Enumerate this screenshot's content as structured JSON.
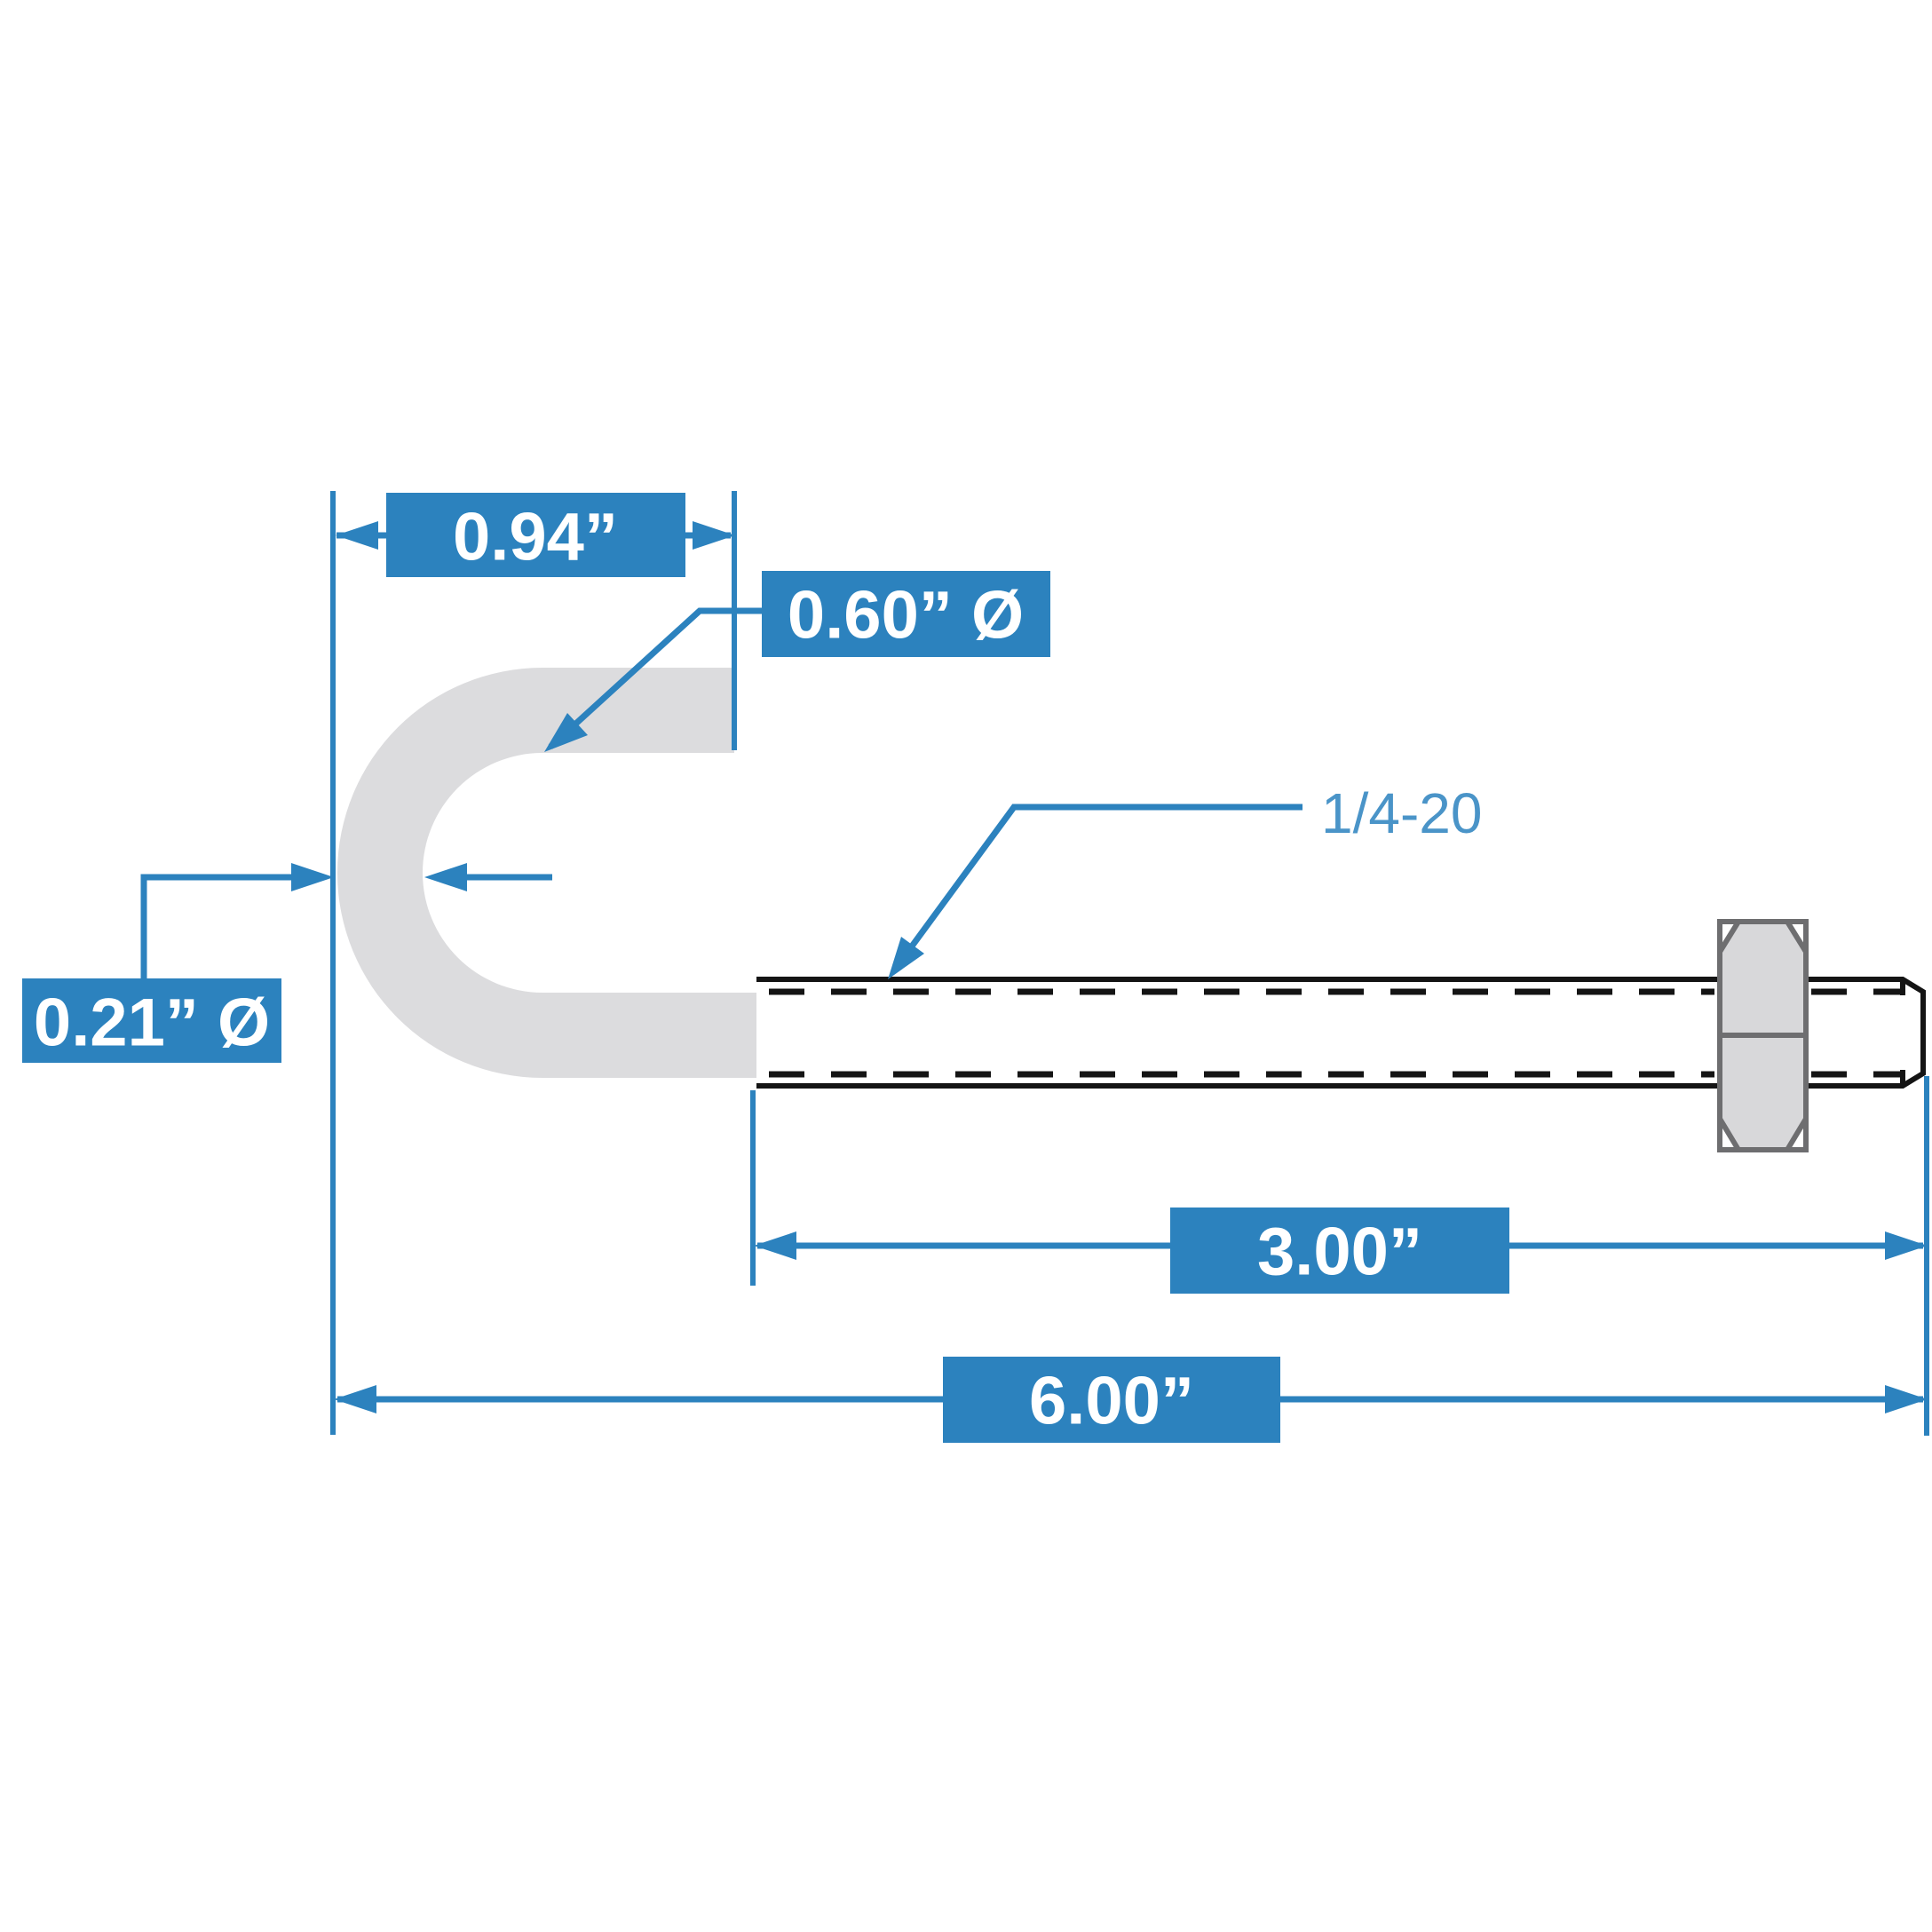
{
  "drawing": {
    "type": "technical-dimension-drawing",
    "part": "j-hook-bolt-with-hex-nut",
    "labels": {
      "hook_width": "0.94”",
      "hook_inner_diameter": "0.60” Ø",
      "wire_diameter": "0.21” Ø",
      "thread_spec": "1/4-20",
      "thread_length": "3.00”",
      "overall_length": "6.00”"
    },
    "colors": {
      "dimension_blue": "#2c82be",
      "callout_blue": "#4a94c8",
      "label_text_white": "#ffffff",
      "part_gray": "#dcdcde",
      "nut_fill": "#d8d8da",
      "nut_stroke": "#6e6e70",
      "outline_black": "#141414",
      "background": "#ffffff"
    }
  }
}
